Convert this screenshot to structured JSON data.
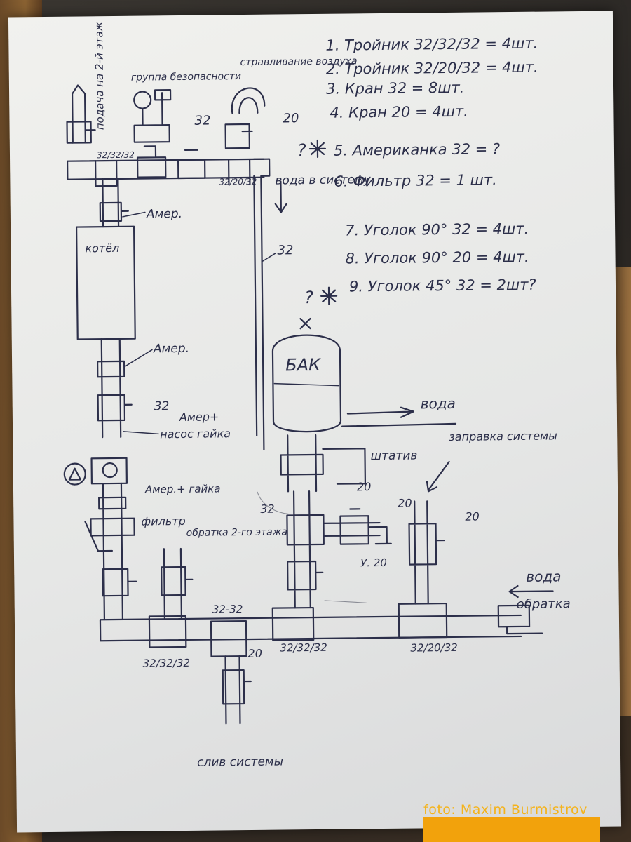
{
  "list": {
    "items": [
      "1. Тройник  32/32/32   =  4шт.",
      "2. Тройник  32/20/32   =  4шт.",
      "3. Кран   32             =  8шт.",
      "4. Кран   20             =  4шт.",
      "5. Американка 32       =  ?",
      "6. Фильтр            32   =  1 шт.",
      "7. Уголок 90° 32        =  4шт.",
      "8. Уголок 90° 20        =  4шт.",
      "9. Уголок 45° 32        =  2шт?"
    ],
    "question_mark_1": "?",
    "question_mark_2": "?"
  },
  "labels": {
    "supply_floor": "подача на 2-й этаж",
    "safety_group": "группа безопасности",
    "air_bleed": "стравливание воздуха",
    "dim_32_top": "32",
    "dim_20_top": "20",
    "tee_32_32_32_top": "32/32/32",
    "tee_32_20_32_top": "32/20/32",
    "amer_1": "Амер.",
    "boiler": "котёл",
    "water_to_system": "вода в систему",
    "pipe_32_mid": "32",
    "amer_2": "Амер.",
    "dim_32_pump": "32",
    "amer_nut": "Амер+",
    "pump_nut": "насос гайка",
    "amer_nut_2": "Амер.+ гайка",
    "filter": "фильтр",
    "return_2nd": "обратка 2-го этажа",
    "tank": "БАК",
    "water_out": "вода",
    "stand": "штатив",
    "dim_20_stand": "20",
    "dim_32_left": "32",
    "dim_20_valve": "20",
    "corner_20": "У. 20",
    "system_fill": "заправка системы",
    "dim_20_fill": "20",
    "water_return_label": "вода",
    "return_label": "обратка",
    "tee_32_32_label": "32-32",
    "dim_20_drain": "20",
    "tee_bottom_left": "32/32/32",
    "tee_bottom_mid": "32/32/32",
    "tee_bottom_right": "32/20/32",
    "drain": "слив системы"
  },
  "watermark": {
    "text": "foto: Maxim Burmistrov",
    "color": "#f2a20c"
  },
  "colors": {
    "ink": "#2c2f4a",
    "paper": "#e9eae8"
  }
}
